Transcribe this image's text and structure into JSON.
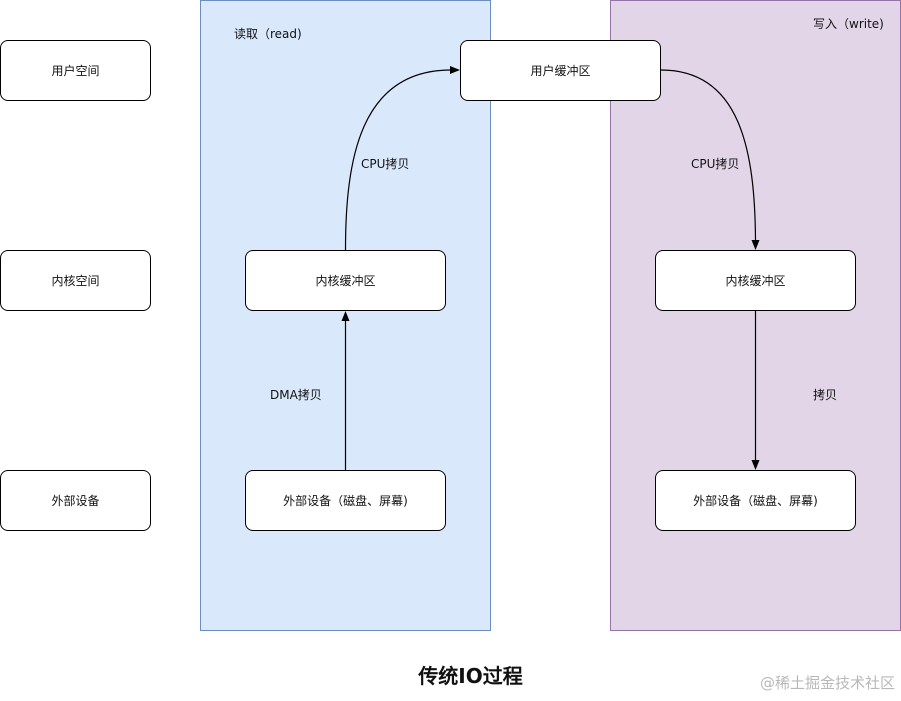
{
  "lanes": {
    "read": {
      "label": "读取（read)"
    },
    "write": {
      "label": "写入（write)"
    }
  },
  "left_labels": {
    "user_space": "用户空间",
    "kernel_space": "内核空间",
    "external_device": "外部设备"
  },
  "nodes": {
    "user_buffer": "用户缓冲区",
    "read_kernel_buffer": "内核缓冲区",
    "read_device": "外部设备（磁盘、屏幕)",
    "write_kernel_buffer": "内核缓冲区",
    "write_device": "外部设备（磁盘、屏幕)"
  },
  "edges": {
    "read_cpu_copy": "CPU拷贝",
    "read_dma_copy": "DMA拷贝",
    "write_cpu_copy": "CPU拷贝",
    "write_copy": "拷贝"
  },
  "caption": "传统IO过程",
  "watermark": "@稀土掘金技术社区",
  "colors": {
    "read_lane_fill": "#dae8fc",
    "read_lane_border": "#6c8ebf",
    "write_lane_fill": "#e1d5e7",
    "write_lane_border": "#9673a6"
  }
}
